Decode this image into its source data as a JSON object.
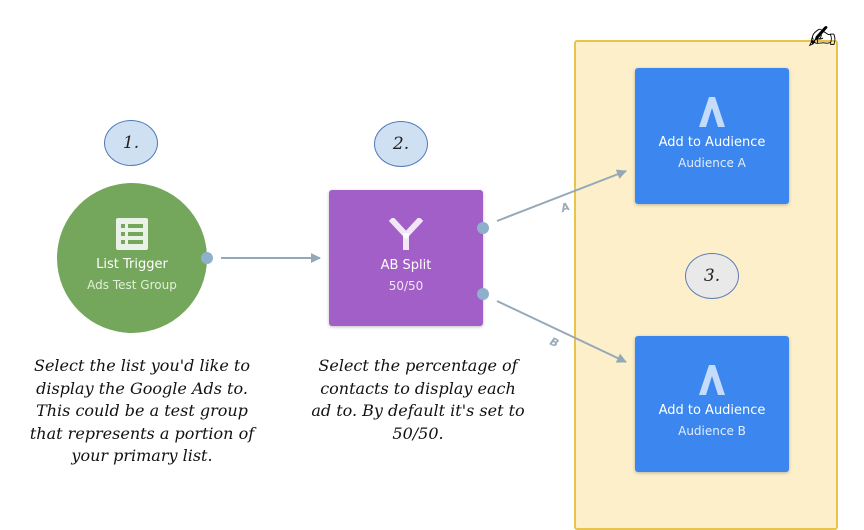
{
  "steps": {
    "one": "1.",
    "two": "2.",
    "three": "3."
  },
  "nodes": {
    "trigger": {
      "title": "List Trigger",
      "subtitle": "Ads Test Group",
      "icon": "list-icon"
    },
    "split": {
      "title": "AB Split",
      "subtitle": "50/50",
      "icon": "split-icon"
    },
    "audience_a": {
      "title": "Add to Audience",
      "subtitle": "Audience A",
      "icon": "google-ads-icon"
    },
    "audience_b": {
      "title": "Add to Audience",
      "subtitle": "Audience B",
      "icon": "google-ads-icon"
    }
  },
  "edges": {
    "branch_a": "A",
    "branch_b": "B"
  },
  "notes": {
    "trigger": "Select the list you'd like to\ndisplay the Google Ads to.\nThis could be a test group\nthat represents a portion of\nyour primary list.",
    "split": "Select the percentage of\ncontacts to display each\nad to. By default it's set to\n50/50."
  },
  "decoration": {
    "hand_icon": "writing-hand-icon"
  },
  "colors": {
    "trigger": "#74a75c",
    "split": "#a25fc7",
    "audience": "#3b87ef",
    "panel": "#fcefc9",
    "panel_border": "#e8c44c",
    "connector": "#95a8b8"
  }
}
